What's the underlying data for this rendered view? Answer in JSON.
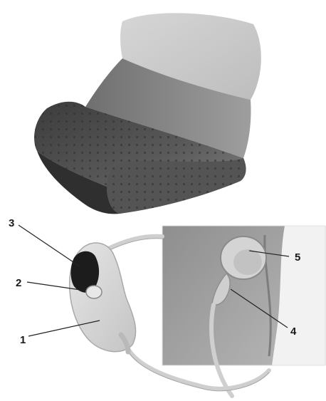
{
  "callouts": [
    {
      "id": "1",
      "label": "1"
    },
    {
      "id": "2",
      "label": "2"
    },
    {
      "id": "3",
      "label": "3"
    },
    {
      "id": "4",
      "label": "4"
    },
    {
      "id": "5",
      "label": "5"
    }
  ],
  "colors": {
    "slipper_dark": "#4a4a4a",
    "slipper_mid": "#7a7a7a",
    "cuff_light": "#c9c9c9",
    "controller_body": "#d8d8d8",
    "control_panel": "#1c1c1c",
    "cable": "#cfcfcf",
    "pad_inset_bg": "#9a9a9a"
  }
}
